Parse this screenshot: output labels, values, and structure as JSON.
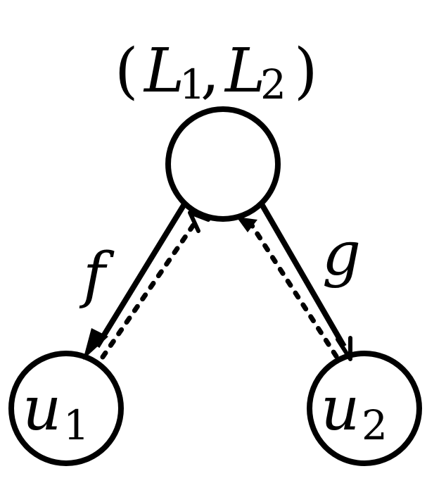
{
  "colors": {
    "stroke": "#000000",
    "background": "#ffffff"
  },
  "nodes": {
    "root": {
      "label": {
        "open_paren": "(",
        "l1_main": "L",
        "l1_sub": "1",
        "comma": ",",
        "l2_main": "L",
        "l2_sub": "2",
        "close_paren": ")"
      }
    },
    "left": {
      "label": {
        "main": "u",
        "sub": "1"
      }
    },
    "right": {
      "label": {
        "main": "u",
        "sub": "2"
      }
    }
  },
  "edges": {
    "left_label": "f",
    "right_label": "g"
  }
}
